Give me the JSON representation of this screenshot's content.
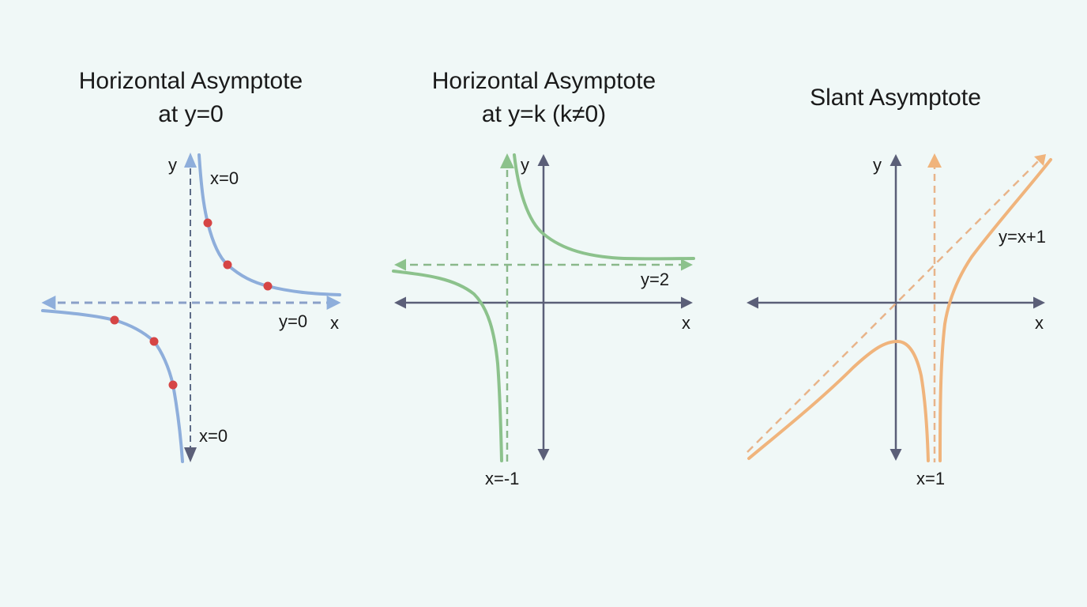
{
  "colors": {
    "background": "#f0f8f7",
    "axis": "#5b5f78",
    "blue": "#8eaedb",
    "blue_dash": "#8aa0c8",
    "point": "#d64545",
    "green": "#8cc28c",
    "orange": "#f0b47c",
    "orange_dash": "#e8b48a",
    "text": "#1a1a1a"
  },
  "panels": [
    {
      "title": "Horizontal Asymptote\nat y=0",
      "labels": {
        "y_axis": "y",
        "x_axis": "x",
        "vertical_asymptote_top": "x=0",
        "vertical_asymptote_bottom": "x=0",
        "horizontal_asymptote": "y=0"
      }
    },
    {
      "title": "Horizontal Asymptote\nat y=k (k≠0)",
      "labels": {
        "y_axis": "y",
        "x_axis": "x",
        "vertical_asymptote": "x=-1",
        "horizontal_asymptote": "y=2"
      }
    },
    {
      "title": "Slant Asymptote",
      "labels": {
        "y_axis": "y",
        "x_axis": "x",
        "vertical_asymptote": "x=1",
        "slant_asymptote": "y=x+1"
      }
    }
  ],
  "chart_data": [
    {
      "type": "line",
      "title": "Horizontal Asymptote at y=0",
      "function_shape": "reciprocal y = 1/x",
      "asymptotes": {
        "vertical": "x=0",
        "horizontal": "y=0"
      },
      "marked_points": "3 points on each branch (red dots)",
      "series": [
        {
          "name": "curve",
          "color": "#8eaedb"
        }
      ]
    },
    {
      "type": "line",
      "title": "Horizontal Asymptote at y=k (k≠0)",
      "function_shape": "shifted reciprocal with asymptotes x=-1, y=2",
      "asymptotes": {
        "vertical": "x=-1",
        "horizontal": "y=2"
      },
      "series": [
        {
          "name": "curve",
          "color": "#8cc28c"
        }
      ]
    },
    {
      "type": "line",
      "title": "Slant Asymptote",
      "function_shape": "rational function with oblique asymptote",
      "asymptotes": {
        "vertical": "x=1",
        "slant": "y=x+1"
      },
      "series": [
        {
          "name": "curve",
          "color": "#f0b47c"
        }
      ]
    }
  ]
}
